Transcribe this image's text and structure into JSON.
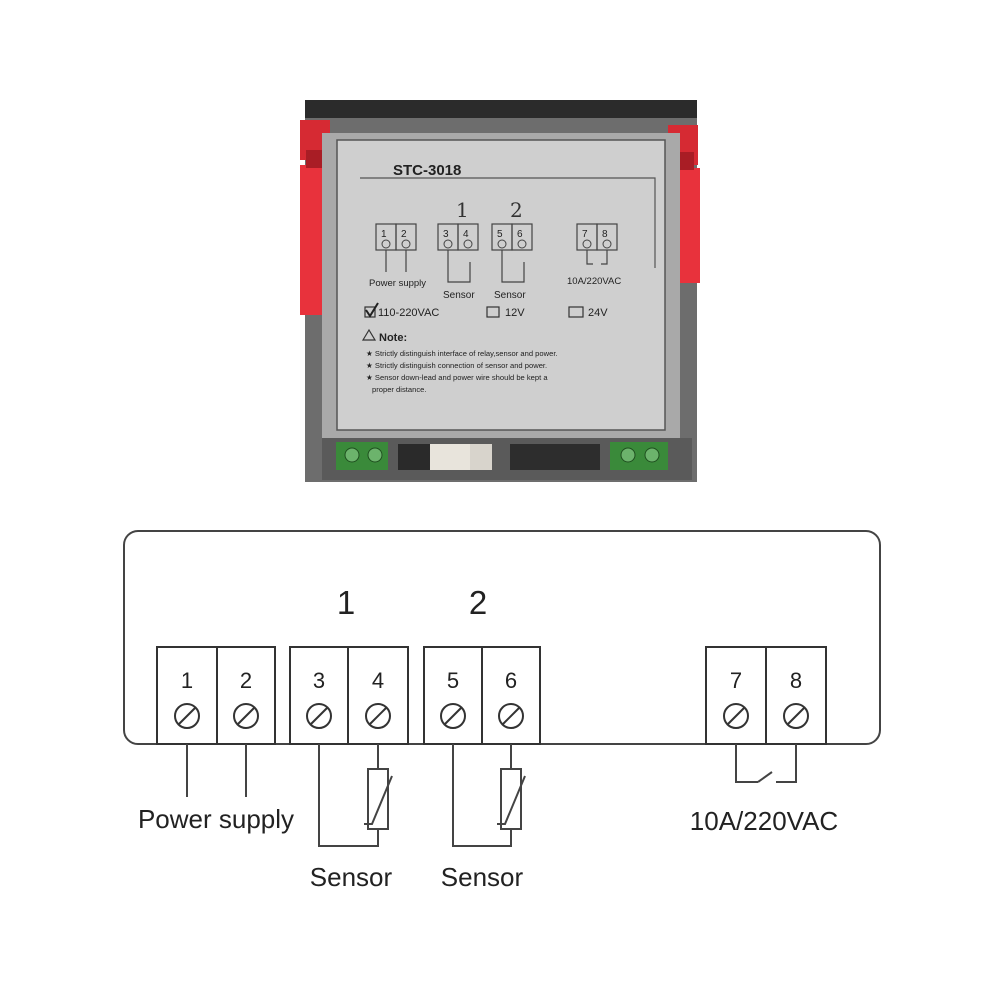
{
  "device_photo": {
    "model": "STC-3018",
    "group_numbers": [
      "1",
      "2"
    ],
    "terminals": [
      "1",
      "2",
      "3",
      "4",
      "5",
      "6",
      "7",
      "8"
    ],
    "labels": {
      "power": "Power supply",
      "sensor_1": "Sensor",
      "sensor_2": "Sensor",
      "relay": "10A/220VAC"
    },
    "voltage_options": [
      {
        "label": "110-220VAC",
        "checked": true
      },
      {
        "label": "12V",
        "checked": false
      },
      {
        "label": "24V",
        "checked": false
      }
    ],
    "note_title": "Note:",
    "notes": [
      "Strictly distinguish interface of relay,sensor and power.",
      "Strictly distinguish connection of sensor and power.",
      "Sensor down-lead and power wire should be kept a",
      "proper distance."
    ],
    "colors": {
      "clip": "#e8323c",
      "label_bg": "#cfcfcf",
      "housing": "#9a9a9a",
      "connector": "#3a8a3a"
    }
  },
  "diagram": {
    "group_numbers": [
      "1",
      "2"
    ],
    "terminals": [
      "1",
      "2",
      "3",
      "4",
      "5",
      "6",
      "7",
      "8"
    ],
    "labels": {
      "power": "Power supply",
      "sensor_1": "Sensor",
      "sensor_2": "Sensor",
      "relay": "10A/220VAC"
    }
  }
}
